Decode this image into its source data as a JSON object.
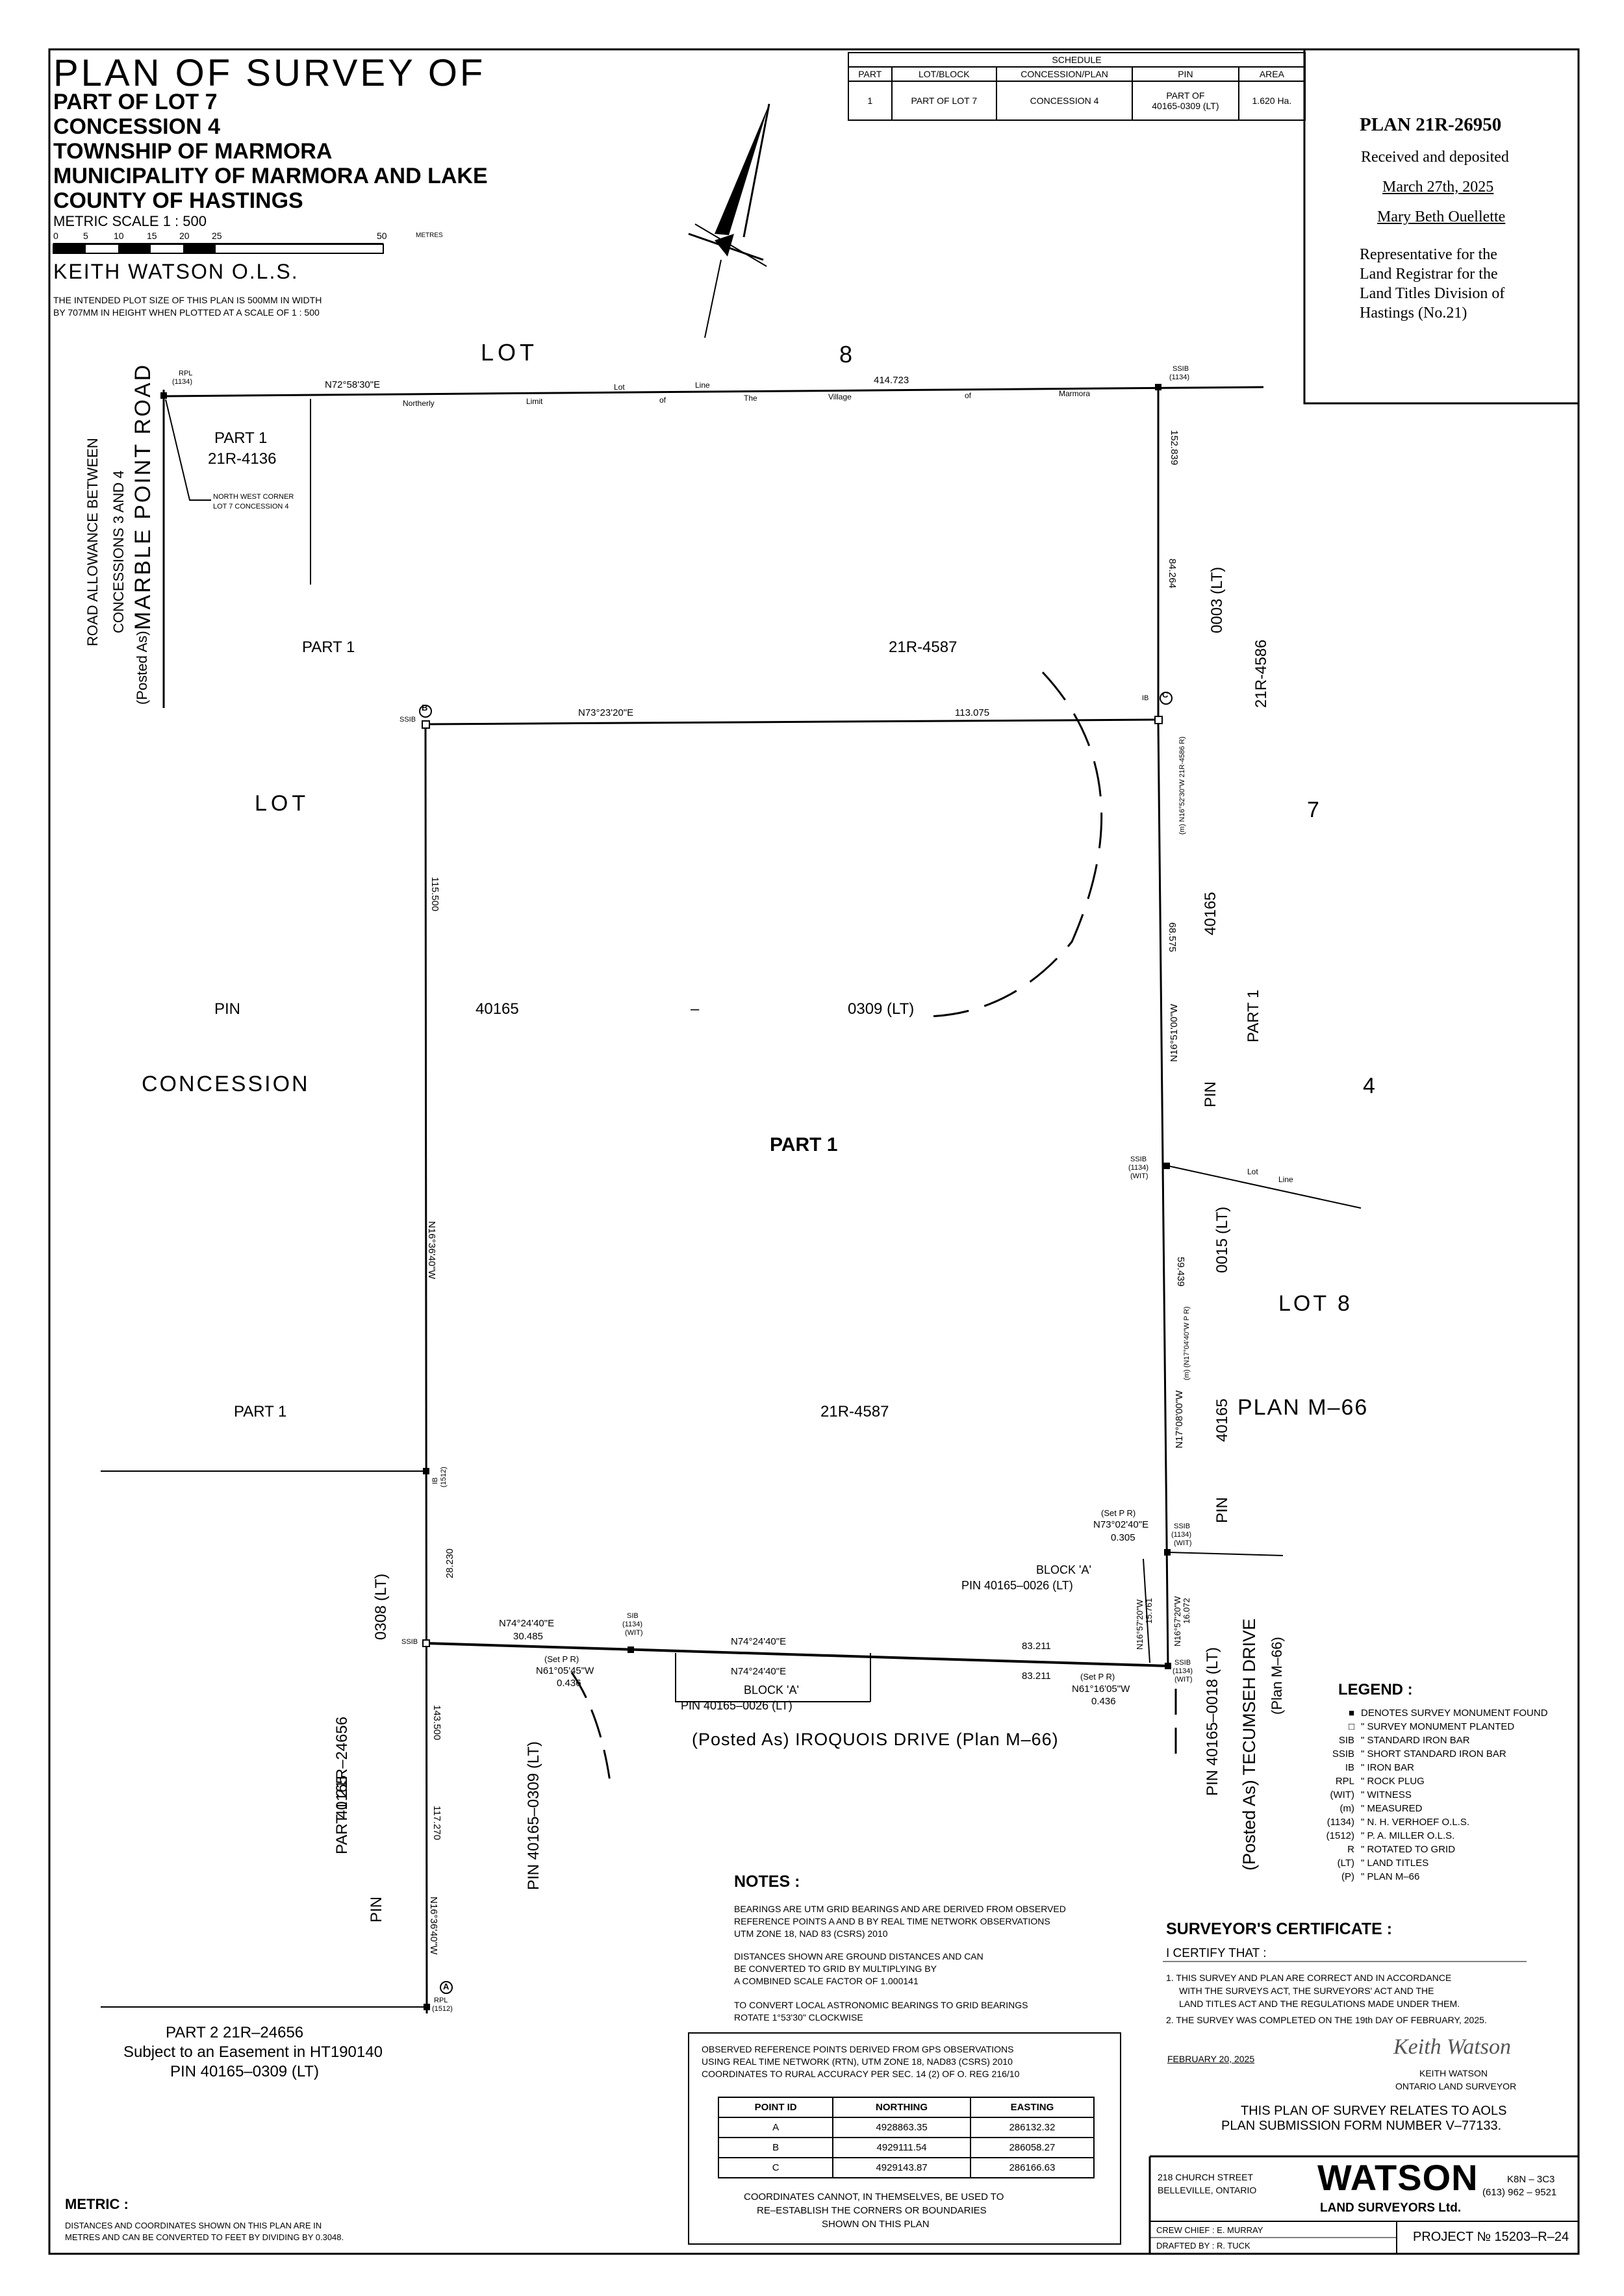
{
  "title": {
    "main": "PLAN OF SURVEY OF",
    "lines": [
      "PART OF LOT 7",
      "CONCESSION 4",
      "TOWNSHIP OF MARMORA",
      "MUNICIPALITY OF MARMORA AND LAKE",
      "COUNTY OF HASTINGS"
    ],
    "scale": "METRIC SCALE 1 : 500",
    "scale_ticks": [
      "0",
      "5",
      "10",
      "15",
      "20",
      "25",
      "50"
    ],
    "scale_unit": "METRES",
    "surveyor": "KEITH WATSON O.L.S.",
    "plot_note_1": "THE INTENDED PLOT SIZE OF THIS PLAN IS 500MM IN WIDTH",
    "plot_note_2": "BY 707MM IN HEIGHT WHEN PLOTTED AT A SCALE OF 1 : 500"
  },
  "schedule": {
    "heading": "SCHEDULE",
    "headers": [
      "PART",
      "LOT/BLOCK",
      "CONCESSION/PLAN",
      "PIN",
      "AREA"
    ],
    "row": [
      "1",
      "PART OF LOT 7",
      "CONCESSION 4",
      "PART OF",
      "40165-0309 (LT)",
      "1.620 Ha."
    ]
  },
  "deposit": {
    "plan_no": "PLAN 21R-26950",
    "received": "Received and deposited",
    "date": "March 27th, 2025",
    "signer": "Mary Beth Ouellette",
    "rep_1": "Representative for the",
    "rep_2": "Land Registrar for the",
    "rep_3": "Land Titles Division of",
    "rep_4": "Hastings  (No.21)"
  },
  "labels": {
    "lot_top": "LOT",
    "lot_top_num": "8",
    "n_limit": "N72°58'30\"E",
    "n_limit_dist": "414.723",
    "nl_words": [
      "Northerly",
      "Limit",
      "of",
      "Lot",
      "Line",
      "The",
      "Village",
      "of",
      "Marmora"
    ],
    "rpl_top": "RPL",
    "rpl_top_n": "(1134)",
    "ssib_top": "SSIB",
    "ssib_top_n": "(1134)",
    "part1_4136": "PART  1",
    "r4136": "21R-4136",
    "nw_corner_1": "NORTH WEST CORNER",
    "nw_corner_2": "LOT 7 CONCESSION 4",
    "road_1": "ROAD  ALLOWANCE  BETWEEN",
    "road_2": "CONCESSIONS  3  AND  4",
    "road_3": "(Posted  As)",
    "road_4": "MARBLE  POINT  ROAD",
    "part1_left": "PART  1",
    "r4587_top": "21R-4587",
    "d152": "152.839",
    "d84": "84.264",
    "pin0003": "0003  (LT)",
    "r4586": "21R-4586",
    "b_label": "B",
    "c_label": "C",
    "ssib_b": "SSIB",
    "ib_c": "IB",
    "n73": "N73°23'20\"E",
    "d113": "113.075",
    "lot_left": "LOT",
    "d115": "115.500",
    "n16_52": "(m) N16°52'30\"W  21R-4586 R)",
    "lot7": "7",
    "d68": "68.575",
    "n16_51": "N16°51'00\"W",
    "pin40165_r": "40165",
    "part1_r": "PART  1",
    "pin_r": "PIN",
    "four": "4",
    "pin_l": "PIN",
    "pin40165_m": "40165",
    "dash_m": "–",
    "pin0309_m": "0309  (LT)",
    "concession": "CONCESSION",
    "part1_main": "PART   1",
    "ssib_mid": "SSIB",
    "ssib_mid_n": "(1134)",
    "wit_mid": "(WIT)",
    "lot_line": "Lot",
    "lot_line2": "Line",
    "d59": "59.439",
    "n17_08": "N17°08'00\"W",
    "n17_04": "(m) (N17°04'40\"W  P R)",
    "pin0015": "0015  (LT)",
    "lot8": "LOT  8",
    "plan_m66": "PLAN      M–66",
    "pin40165_r2": "40165",
    "pin_r2": "PIN",
    "part1_ll": "PART  1",
    "r4587_mid": "21R-4587",
    "n16_36": "N16°36'40\"W",
    "ib_1512": "IB",
    "ib_1512_n": "(1512)",
    "d28": "28.230",
    "pin0308": "0308  (LT)",
    "set_pr_1": "(Set P R)",
    "n73_02": "N73°02'40\"E",
    "d0305": "0.305",
    "ssib_br": "SSIB",
    "ssib_br_n": "(1134)",
    "wit_br": "(WIT)",
    "block_a_1": "BLOCK  'A'",
    "block_a_pin1": "PIN  40165–0026  (LT)",
    "n16_57": "N16°57'20\"W",
    "d15761": "15.761",
    "n16_57b": "N16°57'20\"W",
    "d16072": "16.072",
    "n74_a": "N74°24'40\"E",
    "d30485": "30.485",
    "set_pr_2": "(Set P R)",
    "n61_05": "N61°05'45\"W",
    "d0436a": "0.436",
    "sib_1134": "SIB",
    "sib_1134_n": "(1134)",
    "wit_s": "(WIT)",
    "n74_b": "N74°24'40\"E",
    "d83211a": "83.211",
    "n74_c": "N74°24'40\"E",
    "d83211b": "83.211",
    "set_pr_3": "(Set P R)",
    "n61_16": "N61°16'05\"W",
    "d0436b": "0.436",
    "block_a_2": "BLOCK  'A'",
    "block_a_pin2": "PIN  40165–0026  (LT)",
    "ssib_l": "SSIB",
    "ssib_bb": "SSIB",
    "ssib_bb_n": "(1134)",
    "wit_bb": "(WIT)",
    "iroquois": "(Posted  As)  IROQUOIS       DRIVE  (Plan M–66)",
    "tecumseh_1": "PIN  40165–0018  (LT)",
    "tecumseh_2": "(Posted  As)  TECUMSEH  DRIVE",
    "tecumseh_3": "(Plan  M–66)",
    "part1_24656": "PART  1  21R–24656",
    "pin40165_l": "40165",
    "pin_l2": "PIN",
    "d143": "143.500",
    "d117": "117.270",
    "n16_36b": "N16°36'40\"W",
    "pin0309_b": "PIN    40165–0309  (LT)",
    "a_label": "A",
    "rpl_a": "RPL",
    "rpl_a_n": "(1512)",
    "part2_1": "PART  2   21R–24656",
    "part2_2": "Subject  to  an  Easement  in  HT190140",
    "part2_3": "PIN   40165–0309  (LT)"
  },
  "legend": {
    "title": "LEGEND :",
    "items": [
      [
        "■",
        "DENOTES SURVEY MONUMENT FOUND"
      ],
      [
        "□",
        "\"    SURVEY MONUMENT PLANTED"
      ],
      [
        "SIB",
        "\"    STANDARD IRON BAR"
      ],
      [
        "SSIB",
        "\"    SHORT STANDARD IRON BAR"
      ],
      [
        "IB",
        "\"    IRON BAR"
      ],
      [
        "RPL",
        "\"    ROCK PLUG"
      ],
      [
        "(WIT)",
        "\"    WITNESS"
      ],
      [
        "(m)",
        "\"    MEASURED"
      ],
      [
        "(1134)",
        "\"    N. H. VERHOEF O.L.S."
      ],
      [
        "(1512)",
        "\"    P. A. MILLER O.L.S."
      ],
      [
        "R",
        "\"    ROTATED TO GRID"
      ],
      [
        "(LT)",
        "\"    LAND TITLES"
      ],
      [
        "(P)",
        "\"    PLAN M–66"
      ]
    ]
  },
  "notes": {
    "title": "NOTES :",
    "p1": [
      "BEARINGS ARE UTM GRID BEARINGS AND ARE DERIVED FROM OBSERVED",
      "REFERENCE POINTS A AND B BY REAL TIME NETWORK OBSERVATIONS",
      "UTM ZONE 18, NAD 83 (CSRS) 2010"
    ],
    "p2": [
      "DISTANCES SHOWN ARE GROUND DISTANCES AND CAN",
      "BE CONVERTED TO GRID BY MULTIPLYING BY",
      "A COMBINED SCALE FACTOR OF 1.000141"
    ],
    "p3": [
      "TO CONVERT LOCAL ASTRONOMIC BEARINGS TO GRID BEARINGS",
      "ROTATE 1°53'30\" CLOCKWISE"
    ]
  },
  "ref_points": {
    "head_1": "OBSERVED REFERENCE POINTS DERIVED FROM GPS OBSERVATIONS",
    "head_2": "USING REAL TIME NETWORK (RTN), UTM ZONE 18, NAD83 (CSRS) 2010",
    "head_3": "COORDINATES TO RURAL ACCURACY PER SEC. 14 (2) OF O. REG 216/10",
    "headers": [
      "POINT ID",
      "NORTHING",
      "EASTING"
    ],
    "rows": [
      [
        "A",
        "4928863.35",
        "286132.32"
      ],
      [
        "B",
        "4929111.54",
        "286058.27"
      ],
      [
        "C",
        "4929143.87",
        "286166.63"
      ]
    ],
    "foot_1": "COORDINATES CANNOT, IN THEMSELVES, BE USED TO",
    "foot_2": "RE–ESTABLISH THE CORNERS OR BOUNDARIES",
    "foot_3": "SHOWN ON THIS PLAN"
  },
  "certificate": {
    "title": "SURVEYOR'S CERTIFICATE :",
    "certify": "I CERTIFY THAT :",
    "l1": "1. THIS SURVEY AND PLAN ARE CORRECT AND IN ACCORDANCE",
    "l2": "WITH THE SURVEYS ACT, THE SURVEYORS' ACT AND THE",
    "l3": "LAND TITLES ACT AND THE REGULATIONS MADE UNDER THEM.",
    "l4": "2. THE SURVEY WAS COMPLETED ON THE 19th DAY OF FEBRUARY, 2025.",
    "date": "FEBRUARY 20, 2025",
    "signature": "Keith Watson",
    "name": "KEITH WATSON",
    "role": "ONTARIO LAND SURVEYOR",
    "aols_1": "THIS PLAN OF SURVEY RELATES TO AOLS",
    "aols_2": "PLAN SUBMISSION FORM NUMBER V–77133."
  },
  "title_block": {
    "addr_1": "218 CHURCH STREET",
    "addr_2": "BELLEVILLE, ONTARIO",
    "logo": "WATSON",
    "logo_sub": "LAND SURVEYORS Ltd.",
    "postal": "K8N – 3C3",
    "phone": "(613)  962  –  9521",
    "crew": "CREW CHIEF :  E. MURRAY",
    "drafted": "DRAFTED BY :  R. TUCK",
    "project": "PROJECT № 15203–R–24"
  },
  "metric": {
    "title": "METRIC :",
    "l1": "DISTANCES AND COORDINATES SHOWN ON THIS PLAN ARE IN",
    "l2": "METRES AND CAN BE CONVERTED TO FEET BY DIVIDING BY 0.3048."
  }
}
